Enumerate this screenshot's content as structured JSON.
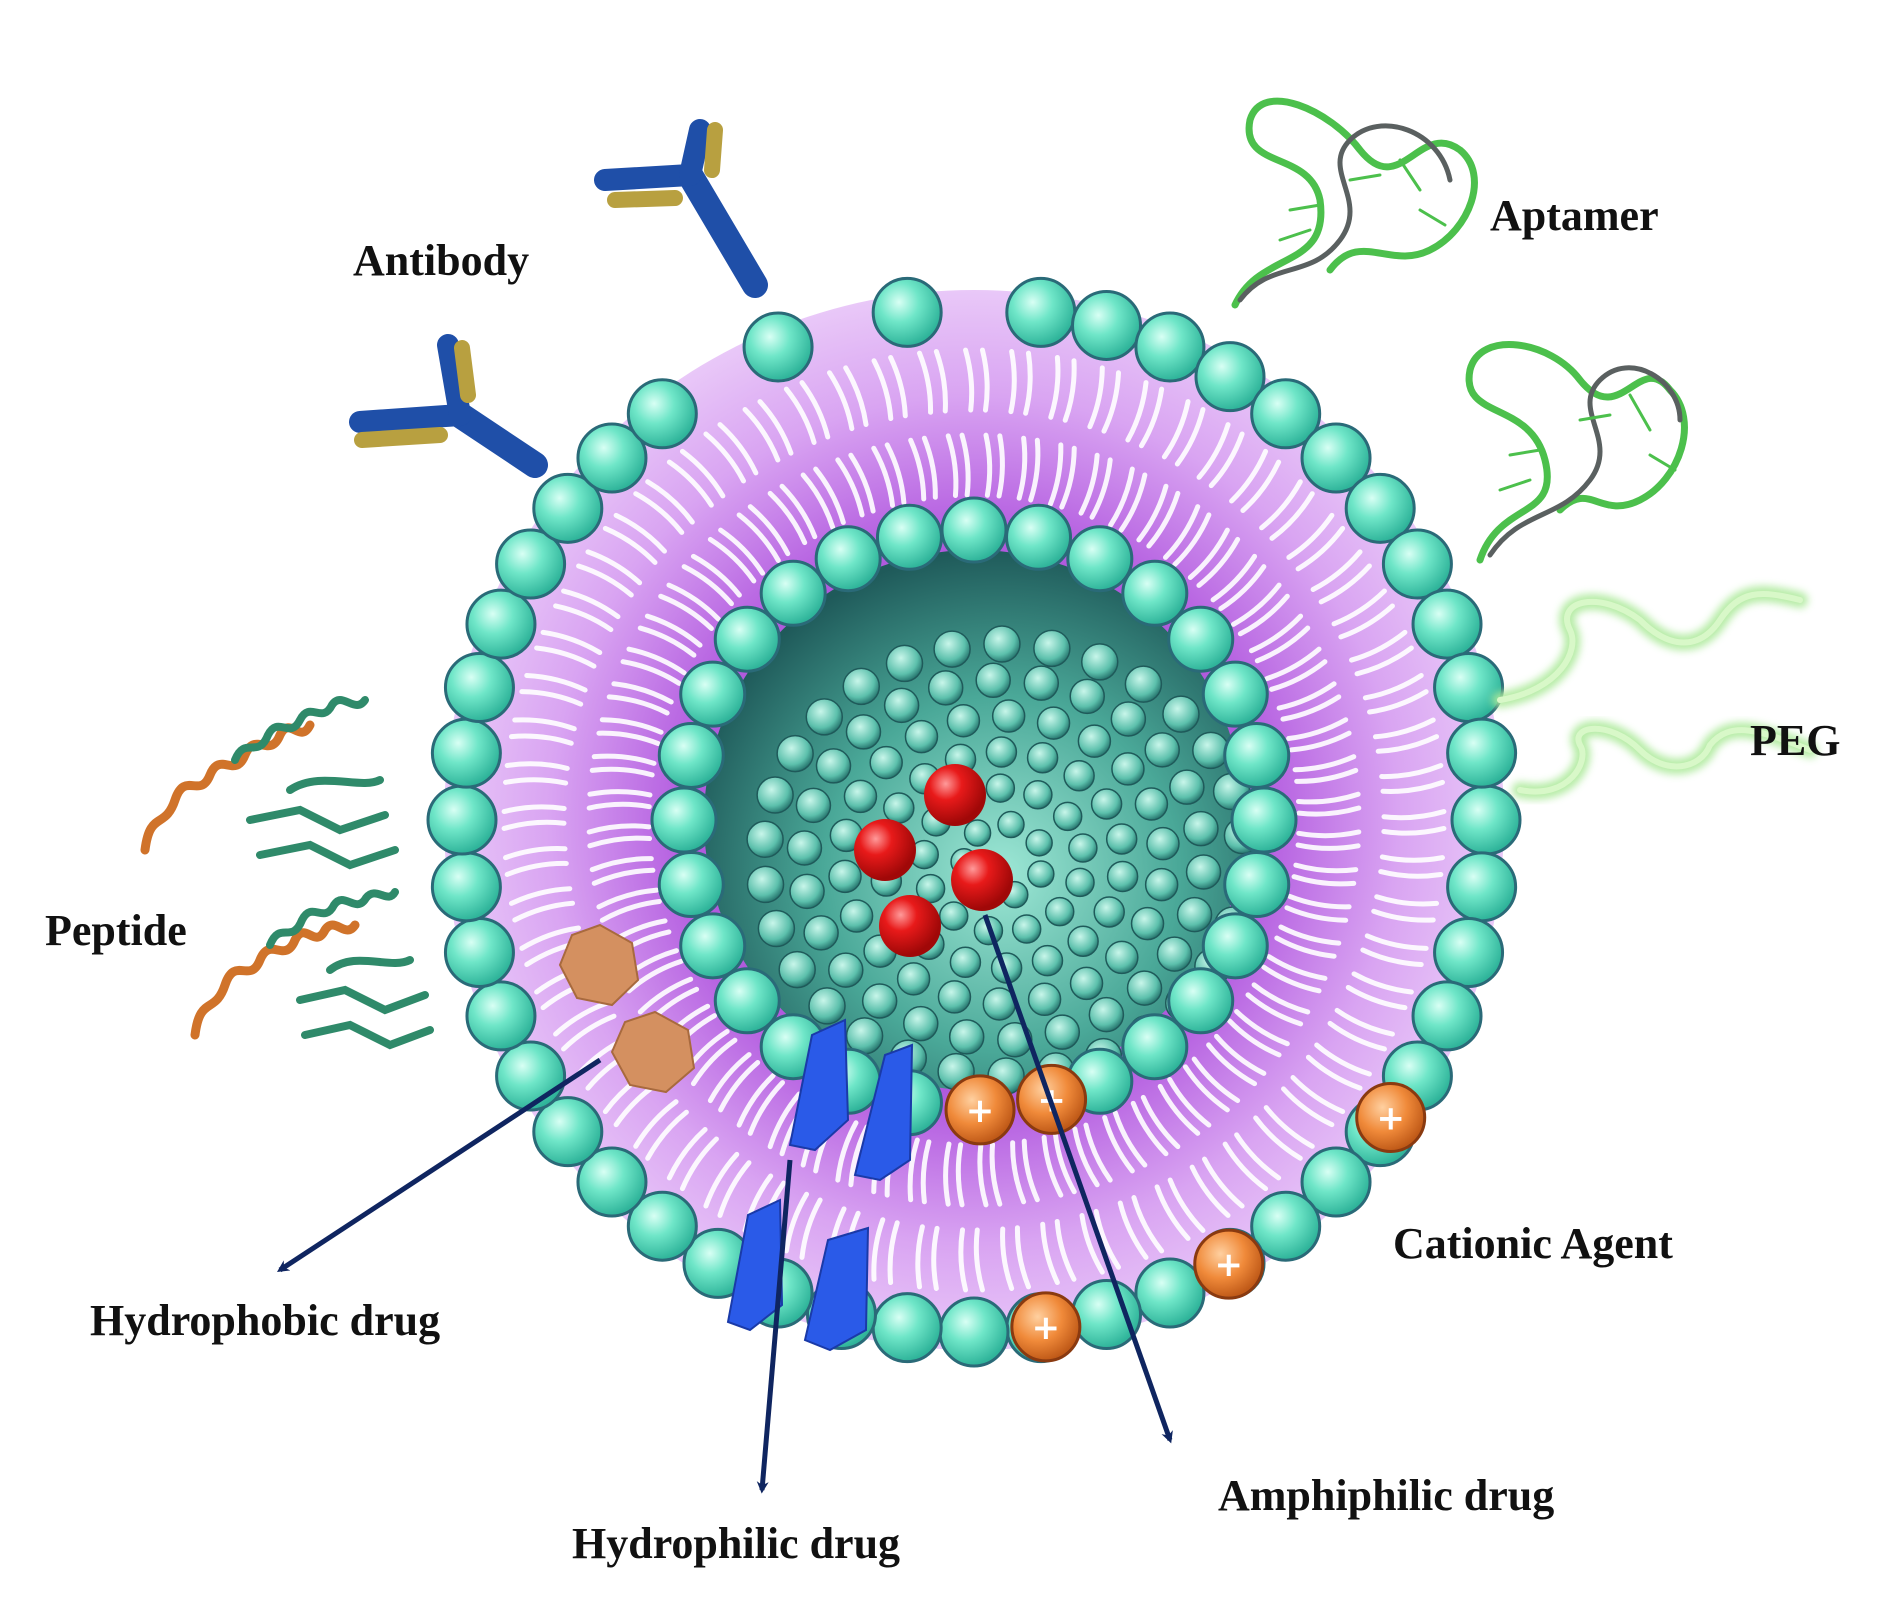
{
  "labels": {
    "antibody": "Antibody",
    "aptamer": "Aptamer",
    "peg": "PEG",
    "peptide": "Peptide",
    "cationic_agent": "Cationic Agent",
    "hydrophobic_drug": "Hydrophobic drug",
    "hydrophilic_drug": "Hydrophilic drug",
    "amphiphilic_drug": "Amphiphilic drug"
  },
  "charge_symbol": "+",
  "colors": {
    "lipid_head": "#5fe0c0",
    "lipid_head_stroke": "#2a6a78",
    "membrane": "#b45ee0",
    "core": "#2f7f7a",
    "antibody_heavy": "#1f4fa8",
    "antibody_light": "#b8a040",
    "aptamer": "#4cc04c",
    "peg": "#aeea9c",
    "peptide_helix": "#d0732a",
    "peptide_sheet": "#2f8a6a",
    "hydrophobic_drug": "#d0905a",
    "hydrophilic_drug": "#2a5ae8",
    "amphiphilic_drug": "#e02020",
    "cationic_agent": "#f08a3a",
    "arrow": "#0f2560"
  }
}
